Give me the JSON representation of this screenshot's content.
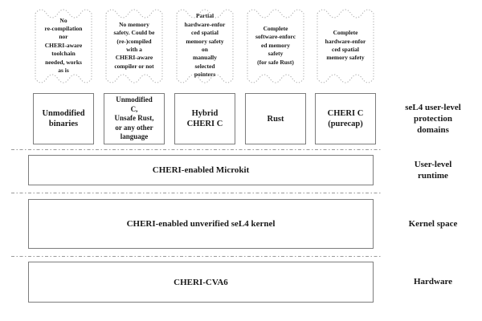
{
  "clouds": [
    {
      "text": "No\nre-compilation\nnor\nCHERI-aware\ntoolchain\nneeded, works\nas is"
    },
    {
      "text": "No memory\nsafety. Could be\n(re-)compiled\nwith a\nCHERI-aware\ncompiler or not"
    },
    {
      "text": "Partial\nhardware-enfor\nced spatial\nmemory safety\non\nmanually\nselected\npointers"
    },
    {
      "text": "Complete\nsoftware-enforc\ned memory\nsafety\n(for safe Rust)"
    },
    {
      "text": "Complete\nhardware-enfor\nced spatial\nmemory safety"
    }
  ],
  "domains": [
    {
      "label": "Unmodified\nbinaries"
    },
    {
      "label": "Unmodified\nC,\nUnsafe Rust,\nor any other\nlanguage"
    },
    {
      "label": "Hybrid\nCHERI C"
    },
    {
      "label": "Rust"
    },
    {
      "label": "CHERI C\n(purecap)"
    }
  ],
  "layers": {
    "runtime": {
      "label": "CHERI-enabled Microkit"
    },
    "kernel": {
      "label": "CHERI-enabled unverified seL4 kernel"
    },
    "hardware": {
      "label": "CHERI-CVA6"
    }
  },
  "side_labels": {
    "domains": "seL4 user-level\nprotection\ndomains",
    "runtime": "User-level\nruntime",
    "kernel": "Kernel space",
    "hardware": "Hardware"
  },
  "colors": {
    "box_border": "#7d7d7d",
    "cloud_stroke": "#a6a6a6",
    "separator": "#999999",
    "text": "#1a1a1a",
    "background": "#ffffff"
  }
}
